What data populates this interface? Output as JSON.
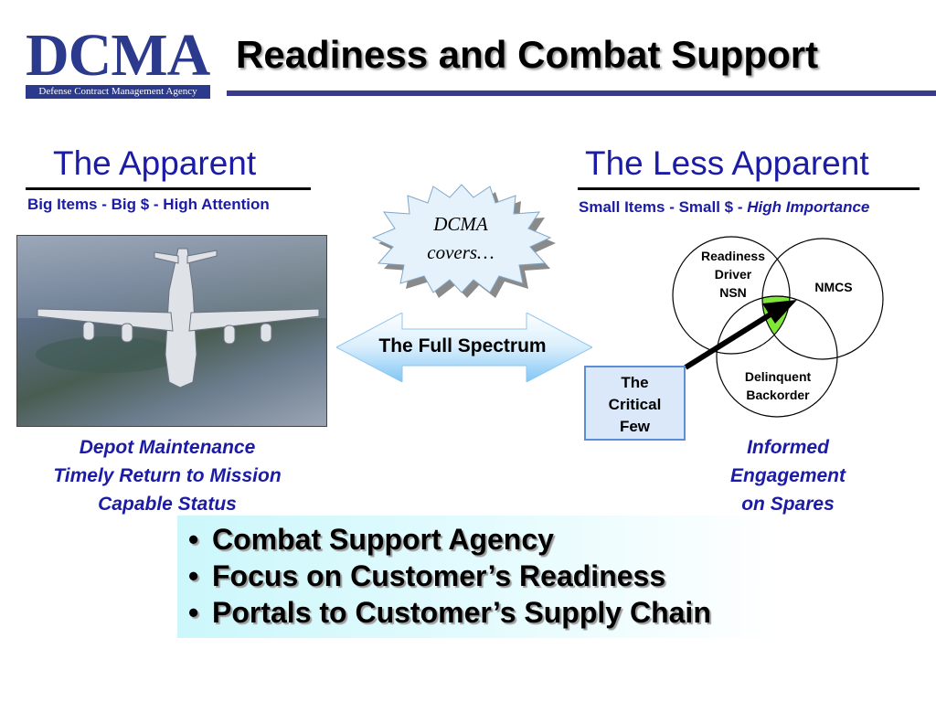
{
  "logo": {
    "word": "DCMA",
    "subtitle": "Defense Contract Management Agency"
  },
  "title": "Readiness and Combat Support",
  "left": {
    "heading": "The Apparent",
    "subheading": "Big Items - Big $ - High Attention",
    "caption_lines": [
      "Depot Maintenance",
      "Timely Return to Mission",
      "Capable Status"
    ]
  },
  "right": {
    "heading": "The Less Apparent",
    "subheading_plain": "Small Items - Small $ - ",
    "subheading_italic": "High Importance",
    "caption_lines": [
      "Informed",
      "Engagement",
      "on Spares"
    ]
  },
  "center": {
    "burst_lines": [
      "DCMA",
      "covers…"
    ],
    "spectrum": "The Full Spectrum"
  },
  "venn": {
    "circle1_lines": [
      "Readiness",
      "Driver",
      "NSN"
    ],
    "circle2": "NMCS",
    "circle3_lines": [
      "Delinquent",
      "Backorder"
    ],
    "callout_lines": [
      "The",
      "Critical",
      "Few"
    ],
    "highlight_color": "#7fe837"
  },
  "bullets": [
    "Combat Support Agency",
    "Focus on Customer’s Readiness",
    "Portals to Customer’s Supply Chain"
  ],
  "colors": {
    "brand": "#2b3a8c",
    "heading": "#1b1ba6",
    "arrow": "#7fc6f5"
  }
}
